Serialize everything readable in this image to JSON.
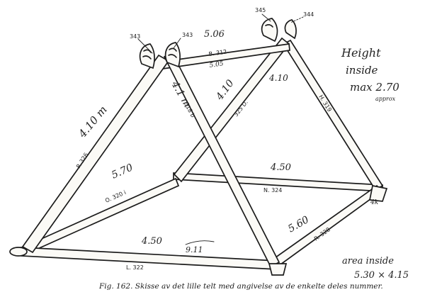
{
  "caption": "Fig. 162.  Skisse av det lille telt med angivelse av de enkelte deles nummer.",
  "part_labels": {
    "n343a": "343",
    "n343b": "343",
    "n345": "345",
    "n344": "344",
    "b312": "B. 312",
    "p326": "P. 326",
    "n318": "318 b",
    "n325": "325 D.",
    "h319": "H. 319",
    "o320": "O. 320 i",
    "n324": "N. 324",
    "r328": "R. 328",
    "l322": "L. 322"
  },
  "measurements": {
    "top_upper": "5.06",
    "top_lower": "5.05",
    "left_front": "4.10 m",
    "left_front_inner": "4.1 m",
    "right_front_inner": "4.10",
    "right_back": "4.10",
    "inner_low": "5.70",
    "back_ground": "4.50",
    "front_ground": "4.50",
    "front_ground_small": "9.11",
    "right_ground": "5.60"
  },
  "notes": {
    "height_line1": "Height",
    "height_line2": "inside",
    "height_line3": "max 2.70",
    "height_line4": "approx",
    "area_line1": "area inside",
    "area_line2": "5.30 × 4.15",
    "corner_mark": "4k"
  }
}
